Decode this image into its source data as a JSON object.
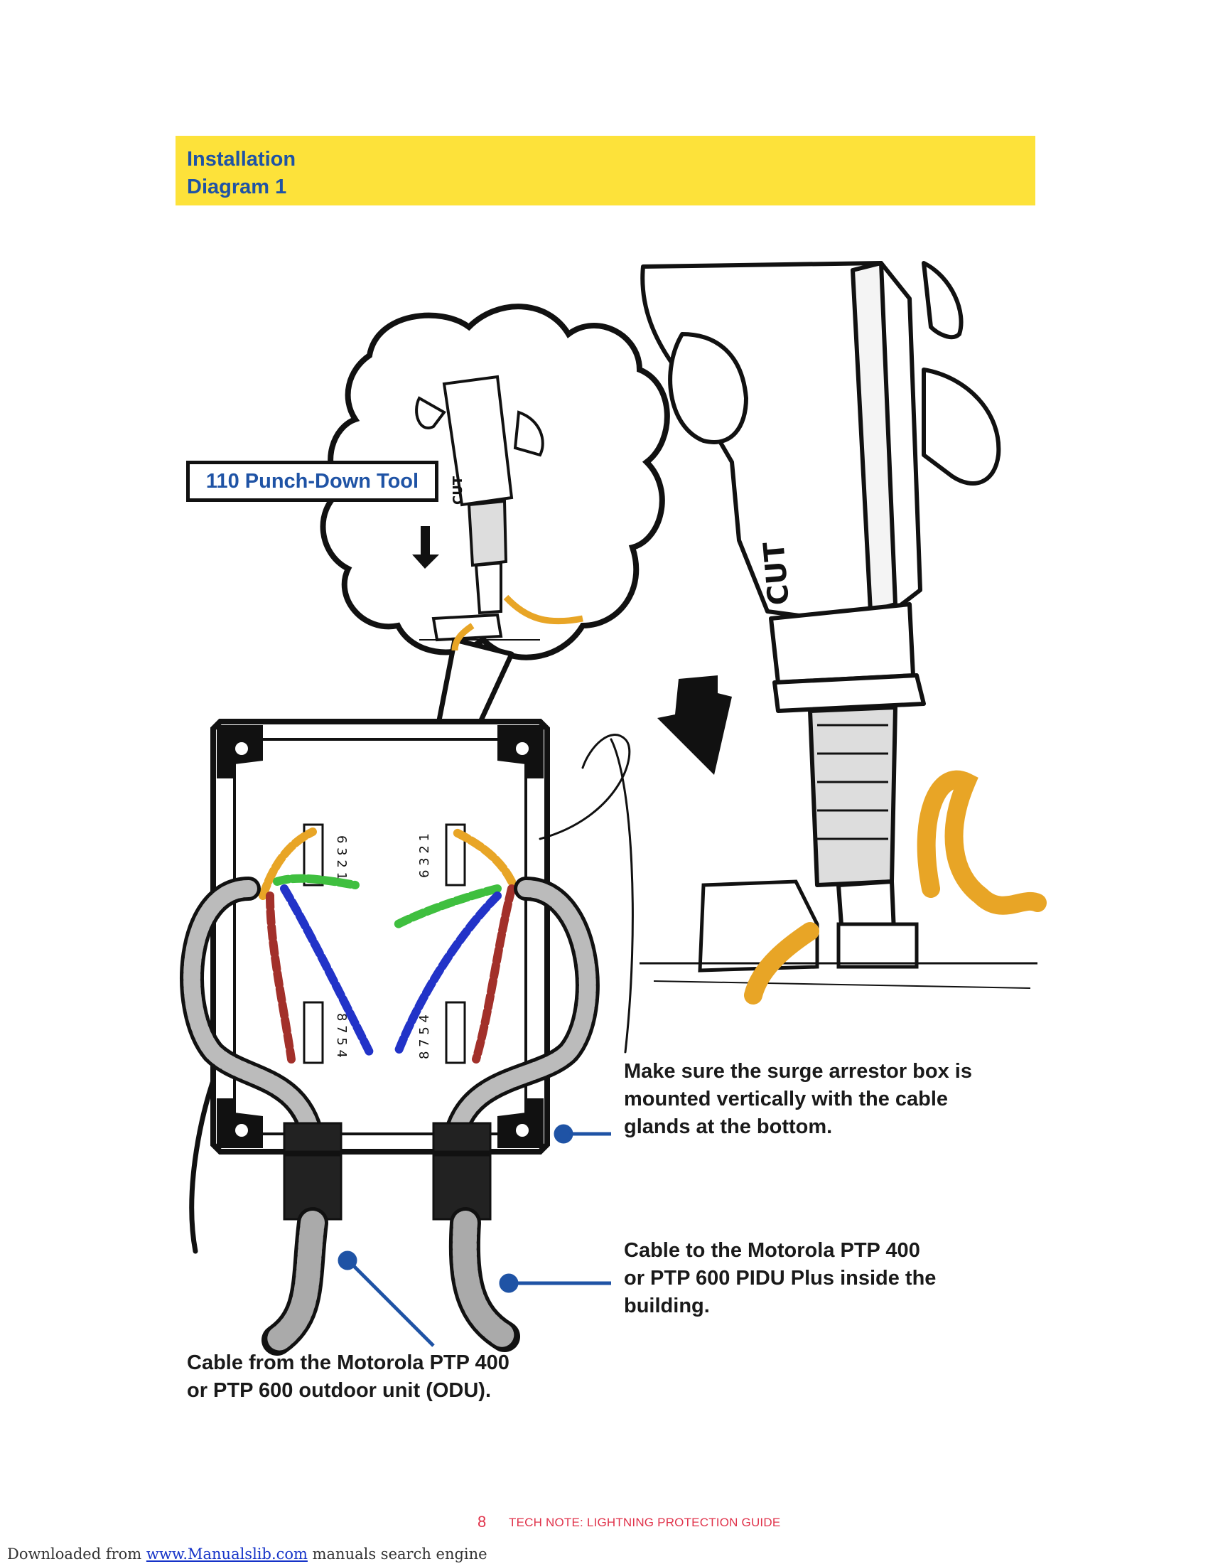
{
  "header": {
    "title_line1": "Installation",
    "title_line2": "Diagram 1"
  },
  "labels": {
    "tool": "110 Punch-Down Tool",
    "box_text": "CUT",
    "pins_a": "6 3 2 1",
    "pins_b": "8 7 5 4"
  },
  "callouts": {
    "mounting": [
      "Make sure the surge arrestor box is",
      "mounted vertically with the cable",
      "glands at the bottom."
    ],
    "to_pidu": [
      "Cable to the Motorola PTP 400",
      "or PTP 600 PIDU Plus inside the",
      "building."
    ],
    "from_odu": [
      "Cable from the Motorola PTP 400",
      "or PTP 600  outdoor unit (ODU)."
    ]
  },
  "footer": {
    "page_number": "8",
    "doc_title": "TECH NOTE: LIGHTNING PROTECTION GUIDE"
  },
  "download": {
    "prefix": "Downloaded from ",
    "link": "www.Manualslib.com",
    "suffix": " manuals search engine"
  },
  "colors": {
    "title_bg": "#fde23a",
    "title_text": "#1f53a5",
    "leader": "#1f53a5",
    "wire_orange": "#e8a526",
    "wire_green": "#3fbf3f",
    "wire_blue": "#2233c8",
    "wire_brown": "#a2302a"
  }
}
